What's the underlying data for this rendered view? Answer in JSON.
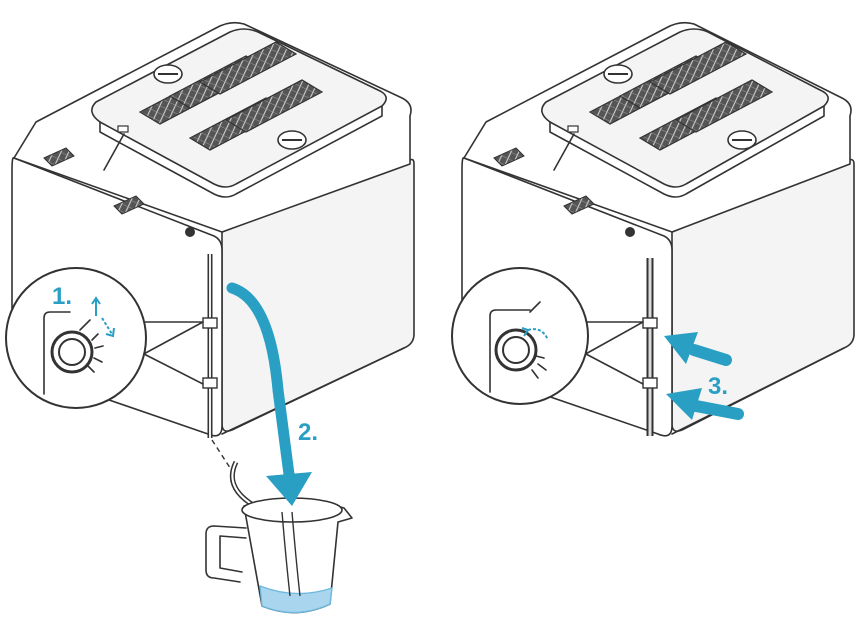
{
  "steps": [
    {
      "label": "1."
    },
    {
      "label": "2."
    },
    {
      "label": "3."
    }
  ],
  "colors": {
    "accent": "#2a9fc4",
    "line": "#333333",
    "water": "#a9d6ee",
    "water_edge": "#6fb9df"
  },
  "panels": [
    {
      "name": "drain-panel",
      "icons": [
        "machine-body",
        "drain-hose",
        "measuring-jug",
        "valve-detail-magnifier"
      ]
    },
    {
      "name": "reinsert-panel",
      "icons": [
        "machine-body",
        "hose-holder",
        "valve-detail-magnifier",
        "push-arrows"
      ]
    }
  ]
}
